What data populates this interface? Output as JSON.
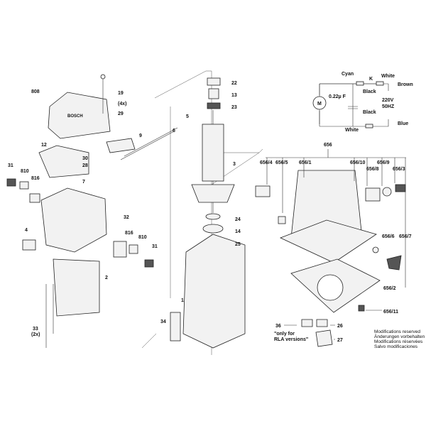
{
  "labels": {
    "p808": "808",
    "p19": "19",
    "p4x": "(4x)",
    "p29": "29",
    "p9": "9",
    "p12": "12",
    "p30": "30",
    "p28": "28",
    "p7": "7",
    "p31a": "31",
    "p810a": "810",
    "p816a": "816",
    "p32": "32",
    "p4": "4",
    "p816b": "816",
    "p810b": "810",
    "p31b": "31",
    "p2": "2",
    "p33": "33",
    "p2x": "(2x)",
    "p6": "6",
    "p5": "5",
    "p22": "22",
    "p13": "13",
    "p23": "23",
    "p3": "3",
    "p24": "24",
    "p14": "14",
    "p25": "25",
    "p1": "1",
    "p34": "34",
    "p656": "656",
    "p656_4": "656/4",
    "p656_5": "656/5",
    "p656_1": "656/1",
    "p656_10": "656/10",
    "p656_8": "656/8",
    "p656_9": "656/9",
    "p656_3": "656/3",
    "p656_6": "656/6",
    "p656_7": "656/7",
    "p656_2": "656/2",
    "p656_11": "656/11",
    "p36": "36",
    "p26": "26",
    "p27": "27"
  },
  "rla_note": [
    "\"only for",
    "RLA versions\""
  ],
  "modifications": [
    "Modifications reserved",
    "Änderungen vorbehalten",
    "Modifications réservées",
    "Salvo modificaciones"
  ],
  "wiring": {
    "cyan": "Cyan",
    "k": "K",
    "white_top": "White",
    "brown": "Brown",
    "cap": "0.22µ F",
    "black_top": "Black",
    "black_bottom": "Black",
    "motor": "M",
    "voltage": "220V",
    "freq": "50HZ",
    "white_bottom": "White",
    "blue": "Blue"
  },
  "brand_logo": "BOSCH"
}
